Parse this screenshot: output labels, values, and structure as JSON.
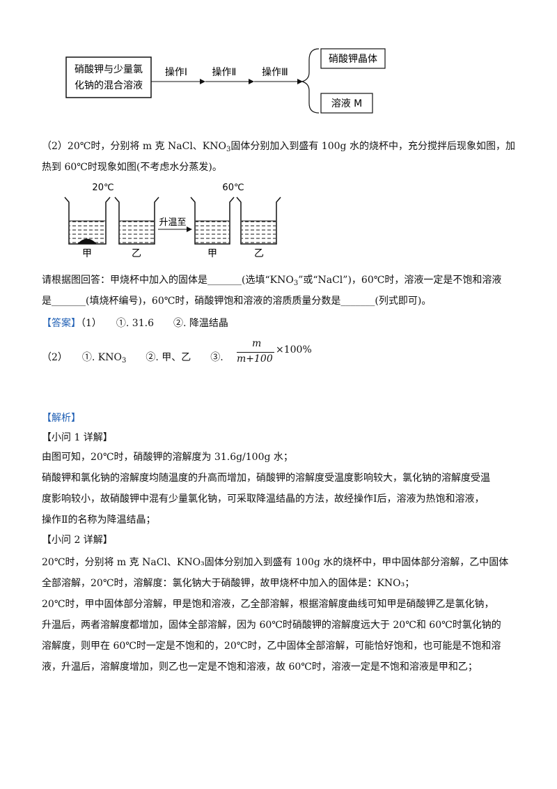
{
  "flow": {
    "start": [
      "硝酸钾与少量氯",
      "化钠的混合溶液"
    ],
    "op1": "操作Ⅰ",
    "op2": "操作Ⅱ",
    "op3": "操作Ⅲ",
    "out1": "硝酸钾晶体",
    "out2": "溶液 M"
  },
  "q2": {
    "line1": "（2）20℃时，分别将 m 克 NaCl、KNO",
    "line1_sub": "3",
    "line1_end": "固体分别加入到盛有 100g 水的烧杯中，充分搅拌后现象如图，加",
    "line2": "热到 60℃时现象如图(不考虑水分蒸发)。"
  },
  "beakers": {
    "temp_left": "20℃",
    "temp_right": "60℃",
    "arrow_label": "升温至",
    "labels": [
      "甲",
      "乙",
      "甲",
      "乙"
    ]
  },
  "question": {
    "line1a": "请根据图回答：甲烧杯中加入的固体是_______(选填“KNO",
    "line1_sub": "3",
    "line1b": "”或“NaCl”)，60℃时，溶液一定是不饱和溶液",
    "line2": "是_______(填烧杯编号)，60℃时，硝酸钾饱和溶液的溶质质量分数是_______(列式即可)。"
  },
  "answer": {
    "tag": "【答案】",
    "p1": "（1）　　①. 31.6　　②. 降温结晶",
    "p2a": "（2）　　①. KNO",
    "p2_sub": "3",
    "p2b": "　　②. 甲、乙　　③.",
    "frac_num": "m",
    "frac_den": "m+100",
    "frac_tail": "×100%"
  },
  "analysis": {
    "tag": "【解析】",
    "s1": "【小问 1 详解】",
    "l1": "由图可知，20℃时，硝酸钾的溶解度为 31.6g/100g 水；",
    "l2": "硝酸钾和氯化钠的溶解度均随温度的升高而增加，硝酸钾的溶解度受温度影响较大，氯化钠的溶解度受温",
    "l3": "度影响较小，故硝酸钾中混有少量氯化钠，可采取降温结晶的方法，故经操作Ⅰ后，溶液为热饱和溶液，",
    "l4": "操作Ⅱ的名称为降温结晶；",
    "s2": "【小问 2 详解】",
    "l5": "20℃时，分别将 m 克 NaCl、KNO₃固体分别加入到盛有 100g 水的烧杯中，甲中固体部分溶解，乙中固体",
    "l6": "全部溶解，20℃时，溶解度：氯化钠大于硝酸钾，故甲烧杯中加入的固体是：KNO₃；",
    "l7": "20℃时，甲中固体部分溶解，甲是饱和溶液，乙全部溶解，根据溶解度曲线可知甲是硝酸钾乙是氯化钠，",
    "l8": "升温后，两者溶解度都增加，固体全部溶解，因为 60℃时硝酸钾的溶解度远大于 20℃和 60℃时氯化钠的",
    "l9": "溶解度，则甲在 60℃时一定是不饱和的，20℃时，乙中固体全部溶解，可能恰好饱和，也可能是不饱和溶",
    "l10": "液，升温后，溶解度增加，则乙也一定是不饱和溶液，故 60℃时，溶液一定是不饱和溶液是甲和乙；"
  },
  "colors": {
    "accent": "#1f5fb4",
    "text": "#111111"
  }
}
